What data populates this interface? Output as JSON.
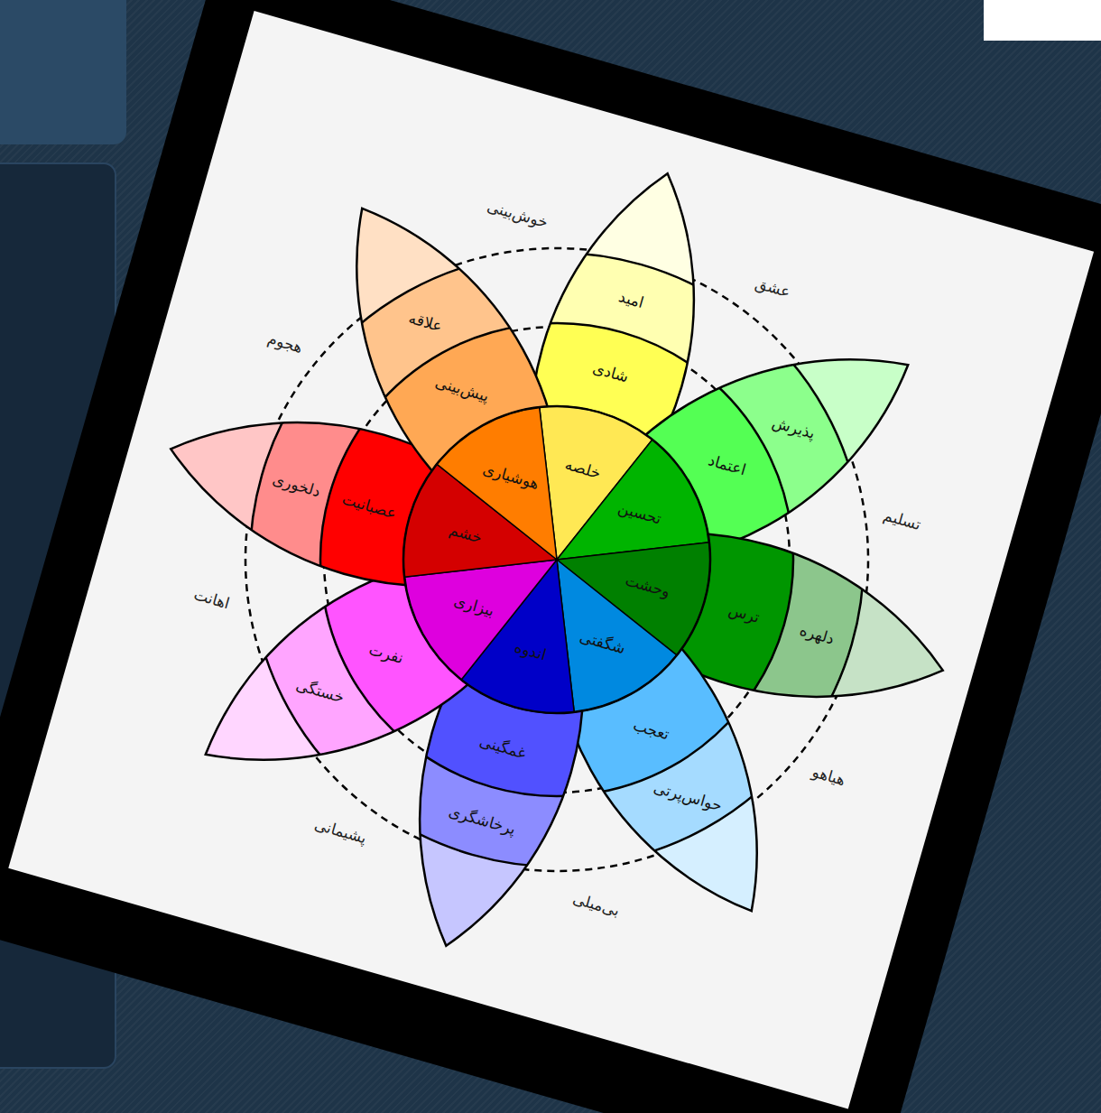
{
  "diagram": {
    "nodes": [
      {
        "text": [
          "خلصه"
        ]
      },
      {
        "text": [
          "شادی"
        ]
      },
      {
        "text": [
          "امید"
        ]
      },
      {
        "text": [
          "تحسین"
        ]
      },
      {
        "text": [
          "اعتماد"
        ]
      },
      {
        "text": [
          "پذیرش"
        ]
      },
      {
        "text": [
          "وحشت"
        ]
      },
      {
        "text": [
          "ترس"
        ]
      },
      {
        "text": [
          "دلهره"
        ]
      },
      {
        "text": [
          "شگفتی"
        ]
      },
      {
        "text": [
          "تعجب"
        ]
      },
      {
        "text": [
          "حواس‌پرتی"
        ]
      },
      {
        "text": [
          "اندوه"
        ]
      },
      {
        "text": [
          "غمگینی"
        ]
      },
      {
        "text": [
          "پرخاشگری"
        ]
      },
      {
        "text": [
          "بیزاری"
        ]
      },
      {
        "text": [
          "نفرت"
        ]
      },
      {
        "text": [
          "خستگی"
        ]
      },
      {
        "text": [
          "خشم"
        ]
      },
      {
        "text": [
          "عصبانیت"
        ]
      },
      {
        "text": [
          "دلخوری"
        ]
      },
      {
        "text": [
          "هوشیاری"
        ]
      },
      {
        "text": [
          "پیش‌بینی"
        ]
      },
      {
        "text": [
          "علاقه"
        ]
      }
    ],
    "labels": [
      "خوش‌بینی",
      "عشق",
      "تسلیم",
      "هیاهو",
      "بی‌میلی",
      "پشیمانی",
      "اهانت",
      "هجوم"
    ]
  }
}
